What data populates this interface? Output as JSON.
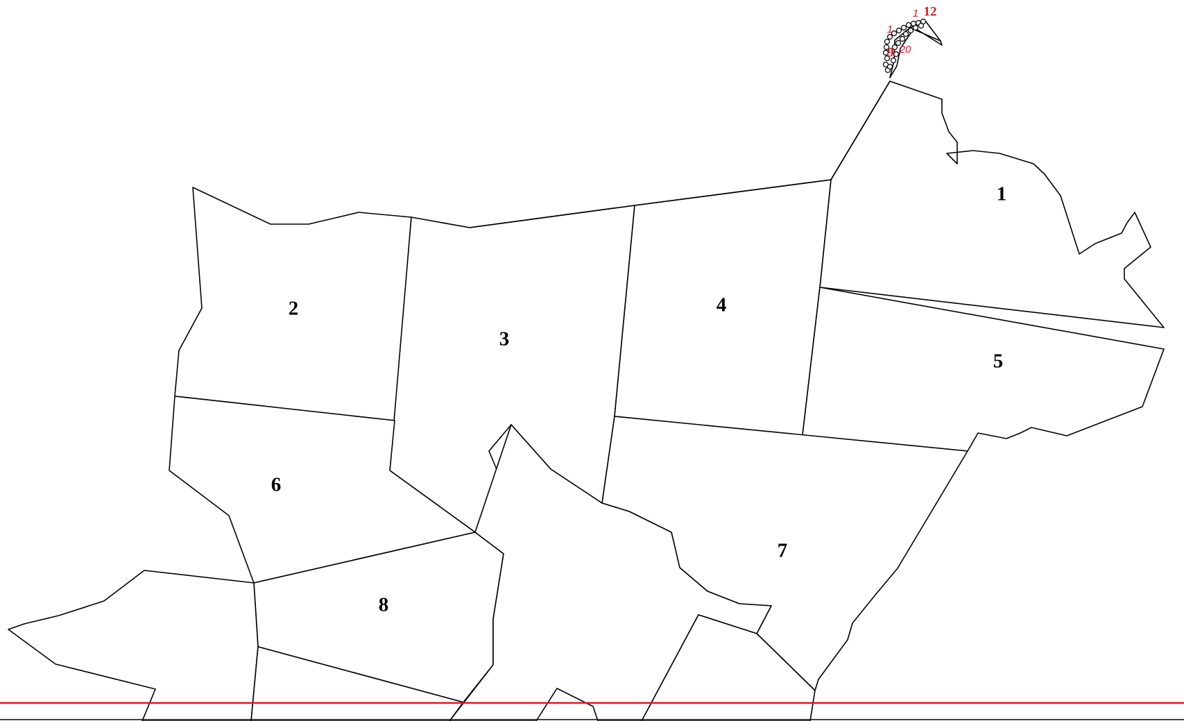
{
  "map": {
    "region_labels": [
      "1",
      "2",
      "3",
      "4",
      "5",
      "6",
      "7",
      "8"
    ],
    "cluster_labels": {
      "a": "1",
      "b": "1",
      "c": "12",
      "d": "9",
      "e": "20"
    }
  },
  "colors": {
    "outline": "#000000",
    "fill": "#ffffff",
    "highlight": "#e4141b"
  }
}
